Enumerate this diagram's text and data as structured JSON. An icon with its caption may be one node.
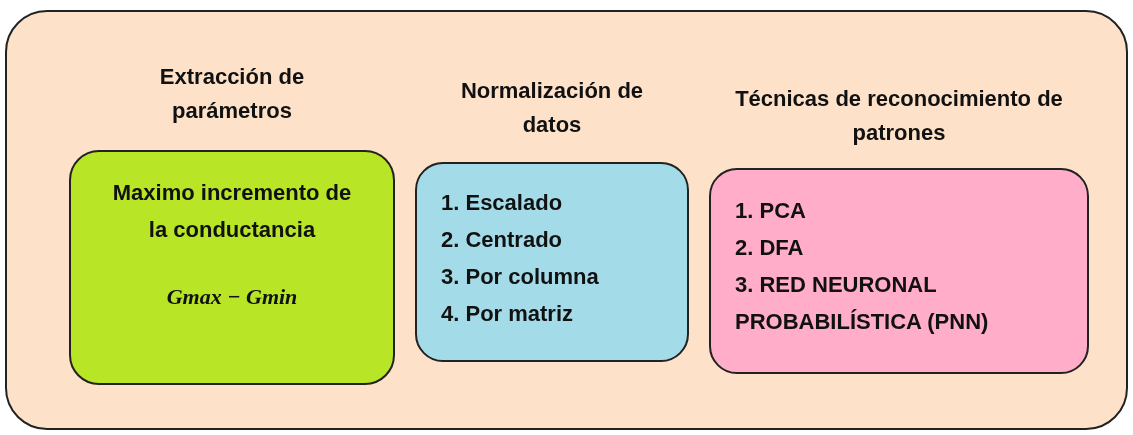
{
  "diagram": {
    "nodes": [
      {
        "text": [],
        "shape": "box"
      },
      {
        "text": [
          "Extracción de parámetros",
          "Maximo incremento de la conductancia",
          "Gmax − Gmin"
        ],
        "in": 0
      },
      {
        "text": [
          "Normalización de datos",
          "1. Escalado",
          "2. Centrado",
          "3. Por columna",
          "4. Por matriz"
        ],
        "in": 0
      },
      {
        "text": [
          "Técnicas de reconocimiento de patrones",
          "1. PCA",
          "2. DFA",
          "3. RED NEURONAL PROBABILÍSTICA (PNN)"
        ],
        "in": 0
      }
    ],
    "edges": []
  }
}
